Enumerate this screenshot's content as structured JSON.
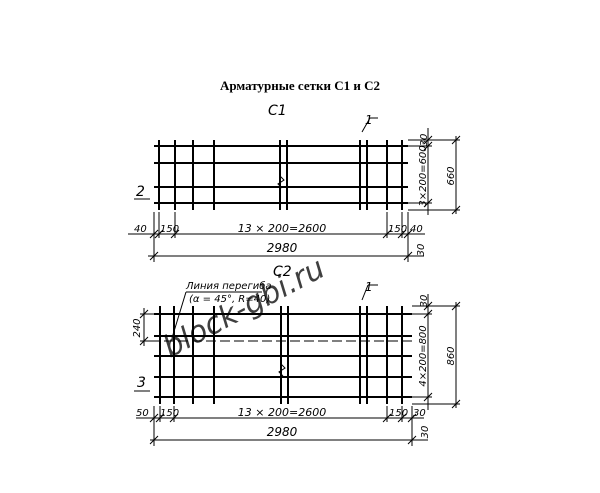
{
  "title": "Арматурные сетки С1 и С2",
  "watermark": "block-gbi.ru",
  "mesh1": {
    "label": "С1",
    "callout_leader": "1",
    "callout_side": "2",
    "dim_right_top": "30",
    "dim_right_mid": "3×200=600",
    "dim_right_total": "660",
    "dim_bottom_left": "40",
    "dim_bottom_150a": "150",
    "dim_bottom_span": "13 × 200=2600",
    "dim_bottom_150b": "150",
    "dim_bottom_right": "40",
    "dim_total": "2980",
    "dim_right_bottom": "30"
  },
  "mesh2": {
    "label": "С2",
    "bend_line_label": "Линия перегиба",
    "bend_params": "(α = 45°, R=40)",
    "callout_leader": "1",
    "callout_side": "3",
    "dim_left_240": "240",
    "dim_right_top": "30",
    "dim_right_mid": "4×200=800",
    "dim_right_total": "860",
    "dim_bottom_left": "50",
    "dim_bottom_150a": "150",
    "dim_bottom_span": "13 × 200=2600",
    "dim_bottom_150b": "150",
    "dim_bottom_right": "30",
    "dim_total": "2980",
    "dim_right_bottom": "30"
  }
}
